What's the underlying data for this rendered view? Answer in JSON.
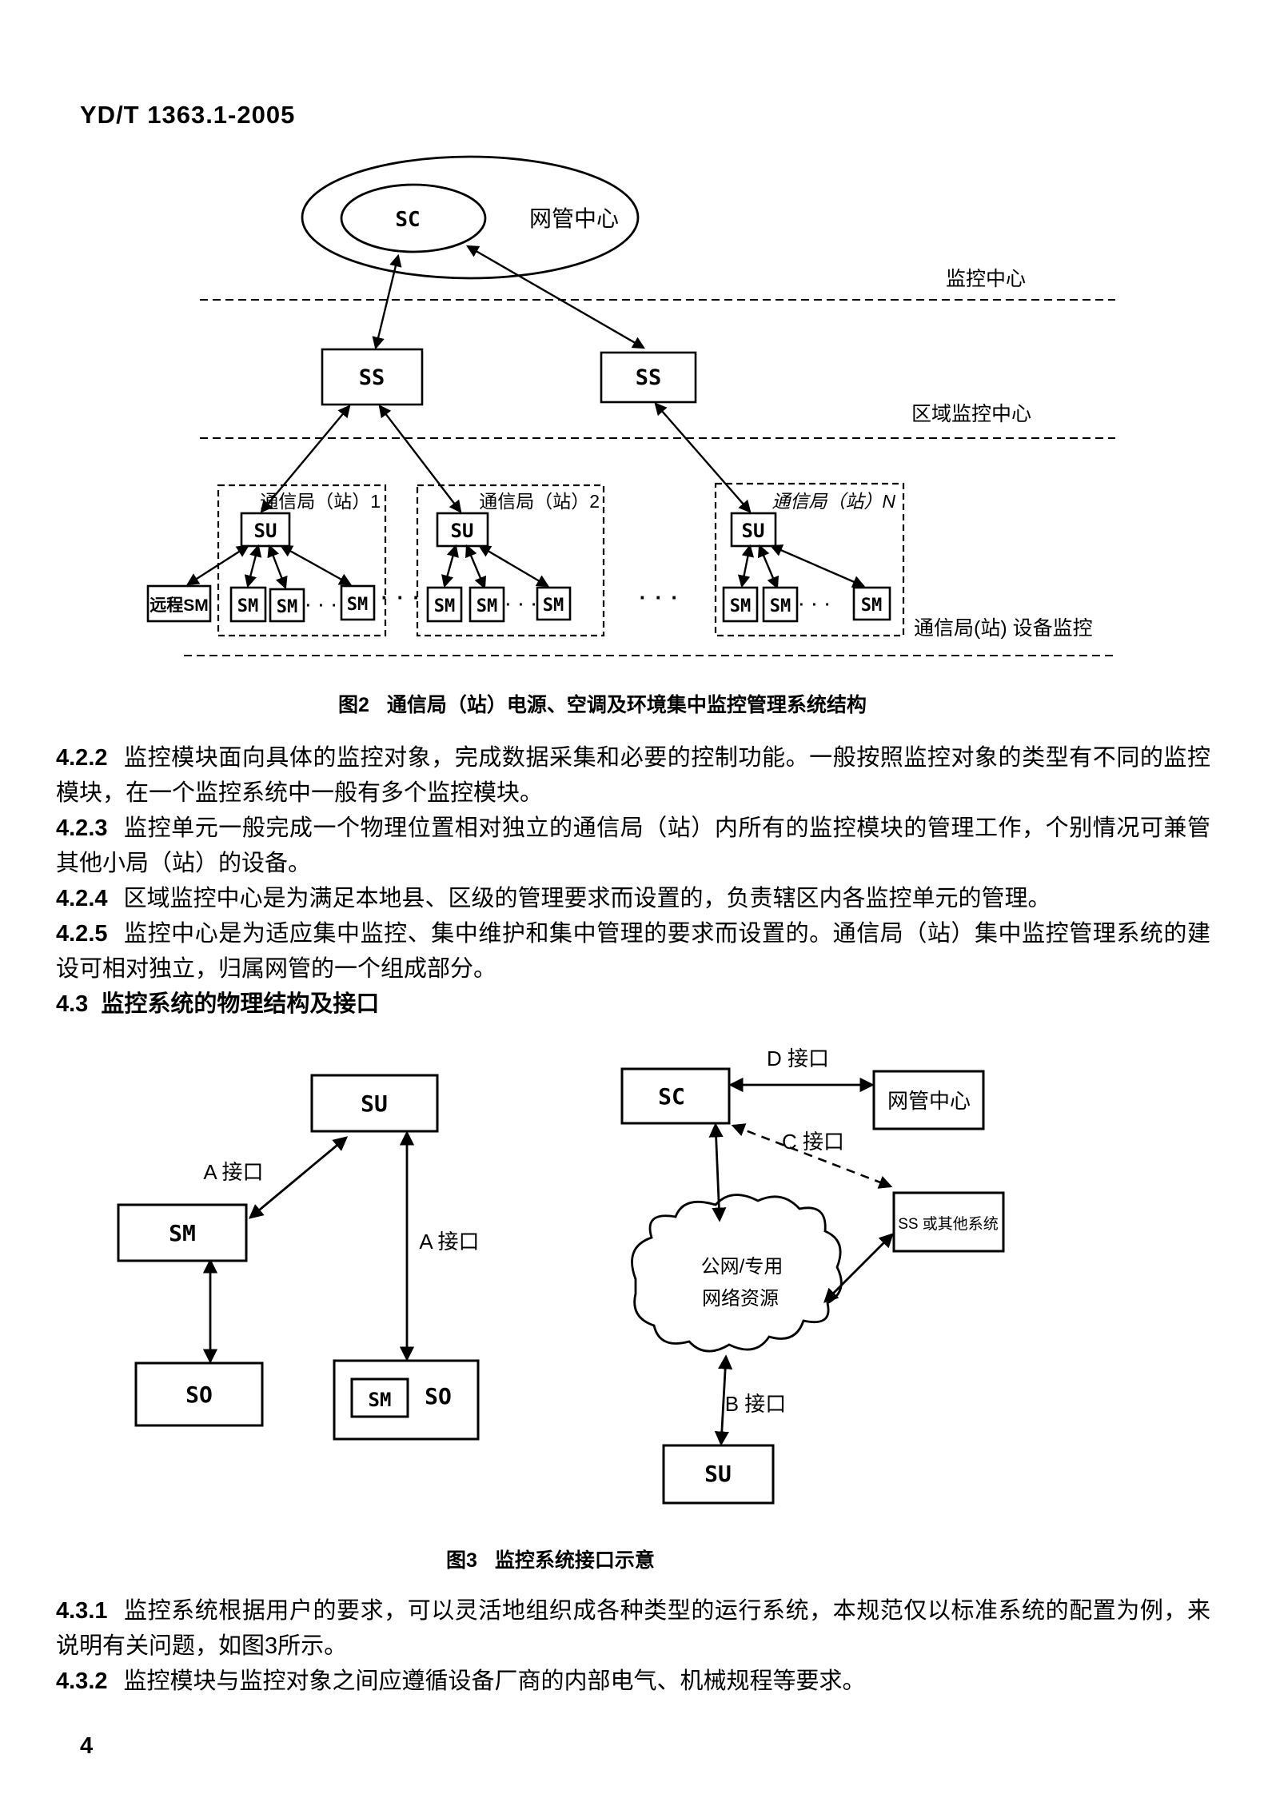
{
  "page": {
    "header": "YD/T 1363.1-2005",
    "number": "4"
  },
  "labels": {
    "sc": "SC",
    "ss": "SS",
    "su": "SU",
    "sm": "SM",
    "so": "SO",
    "remote_sm": "远程SM",
    "dots": "· · ·"
  },
  "figure2": {
    "caption_fig": "图2",
    "caption_title": "通信局（站）电源、空调及环境集中监控管理系统结构",
    "nmc": "网管中心",
    "region_labels": {
      "top": "监控中心",
      "middle": "区域监控中心",
      "bottom": "通信局(站) 设备监控"
    },
    "groups": [
      {
        "label": "通信局（站）1"
      },
      {
        "label": "通信局（站）2"
      },
      {
        "label": "通信局（站）N"
      }
    ]
  },
  "figure3": {
    "caption_fig": "图3",
    "caption_title": "监控系统接口示意",
    "nmc": "网管中心",
    "ss_other": "SS 或其他系统",
    "cloud": {
      "line1": "公网/专用",
      "line2": "网络资源"
    },
    "interfaces": {
      "a": "A 接口",
      "b": "B 接口",
      "c": "C 接口",
      "d": "D 接口"
    }
  },
  "sections": [
    {
      "num": "4.2.2",
      "text": "监控模块面向具体的监控对象，完成数据采集和必要的控制功能。一般按照监控对象的类型有不同的监控模块，在一个监控系统中一般有多个监控模块。"
    },
    {
      "num": "4.2.3",
      "text": "监控单元一般完成一个物理位置相对独立的通信局（站）内所有的监控模块的管理工作，个别情况可兼管其他小局（站）的设备。"
    },
    {
      "num": "4.2.4",
      "text": "区域监控中心是为满足本地县、区级的管理要求而设置的，负责辖区内各监控单元的管理。"
    },
    {
      "num": "4.2.5",
      "text": "监控中心是为适应集中监控、集中维护和集中管理的要求而设置的。通信局（站）集中监控管理系统的建设可相对独立，归属网管的一个组成部分。"
    },
    {
      "num": "4.3",
      "text": "监控系统的物理结构及接口"
    },
    {
      "num": "4.3.1",
      "text": "监控系统根据用户的要求，可以灵活地组织成各种类型的运行系统，本规范仅以标准系统的配置为例，来说明有关问题，如图3所示。"
    },
    {
      "num": "4.3.2",
      "text": "监控模块与监控对象之间应遵循设备厂商的内部电气、机械规程等要求。"
    }
  ]
}
